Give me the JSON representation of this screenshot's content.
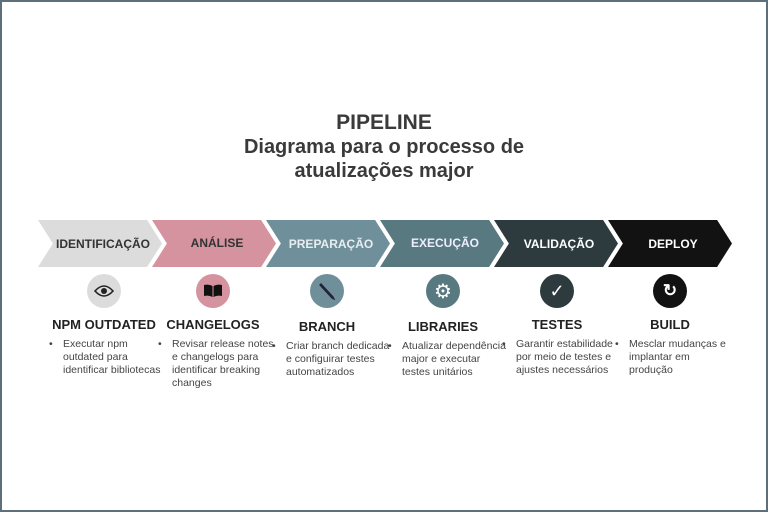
{
  "title": "PIPELINE",
  "subtitle_line1": "Diagrama para o processo de",
  "subtitle_line2": "atualizações major",
  "steps": [
    {
      "stage": "IDENTIFICAÇÃO",
      "icon": "eye-icon",
      "heading": "NPM OUTDATED",
      "bullet": "Executar npm outdated para identificar bibliotecas",
      "color": "#dcdcdc"
    },
    {
      "stage": "ANÁLISE",
      "icon": "book-icon",
      "heading": "CHANGELOGS",
      "bullet": "Revisar release notes e changelogs para identificar breaking changes",
      "color": "#d4939f"
    },
    {
      "stage": "PREPARAÇÃO",
      "icon": "pencil-icon",
      "heading": "BRANCH",
      "bullet": "Criar branch dedicada e configuirar testes automatizados",
      "color": "#6f8f9a"
    },
    {
      "stage": "EXECUÇÃO",
      "icon": "gear-icon",
      "heading": "LIBRARIES",
      "bullet": "Atualizar dependência major e executar testes unitários",
      "color": "#58797f"
    },
    {
      "stage": "VALIDAÇÃO",
      "icon": "check-icon",
      "heading": "TESTES",
      "bullet": "Garantir estabilidade por meio de testes e ajustes necessários",
      "color": "#2d3b3f"
    },
    {
      "stage": "DEPLOY",
      "icon": "refresh-icon",
      "heading": "BUILD",
      "bullet": "Mesclar mudanças e implantar em produção",
      "color": "#121212"
    }
  ]
}
